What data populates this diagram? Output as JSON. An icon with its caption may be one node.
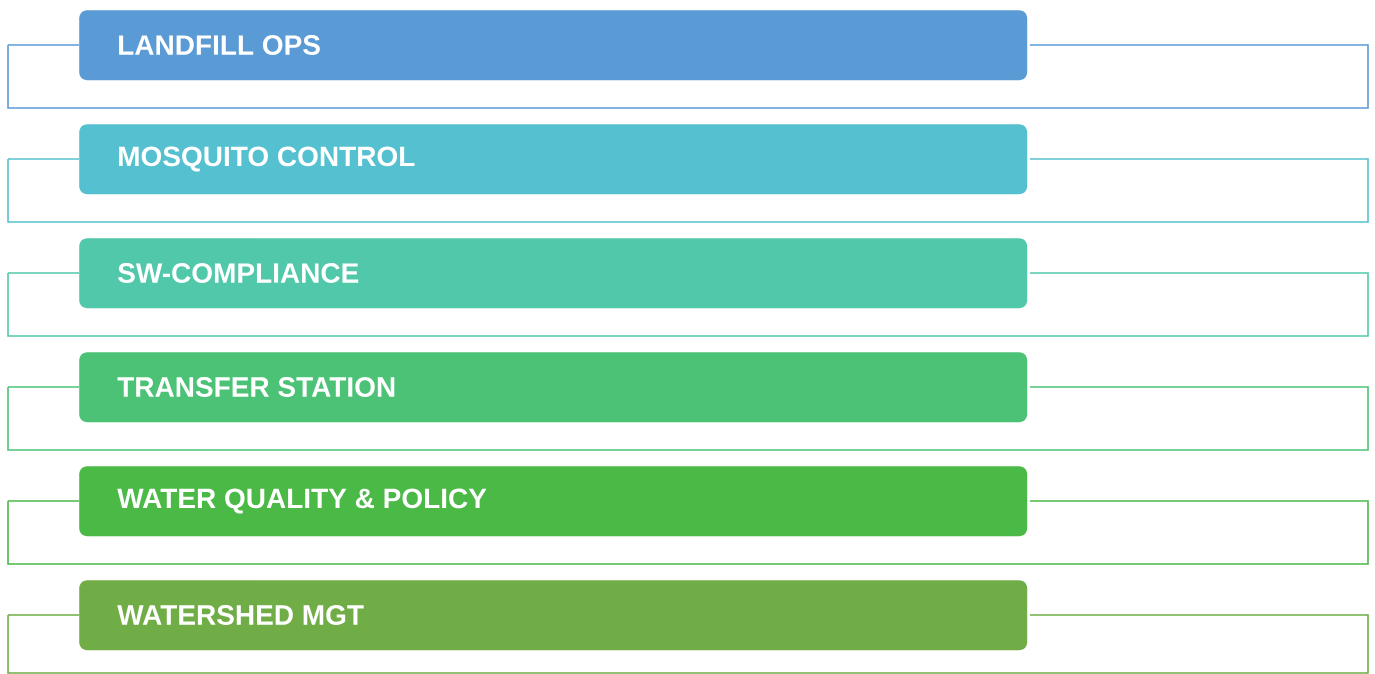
{
  "diagram": {
    "nodes": [
      {
        "text": [
          "LANDFILL OPS"
        ]
      },
      {
        "text": [
          "MOSQUITO CONTROL"
        ]
      },
      {
        "text": [
          "SW-COMPLIANCE"
        ]
      },
      {
        "text": [
          "TRANSFER STATION"
        ]
      },
      {
        "text": [
          "WATER QUALITY & POLICY"
        ]
      },
      {
        "text": [
          "WATERSHED MGT"
        ]
      }
    ]
  }
}
